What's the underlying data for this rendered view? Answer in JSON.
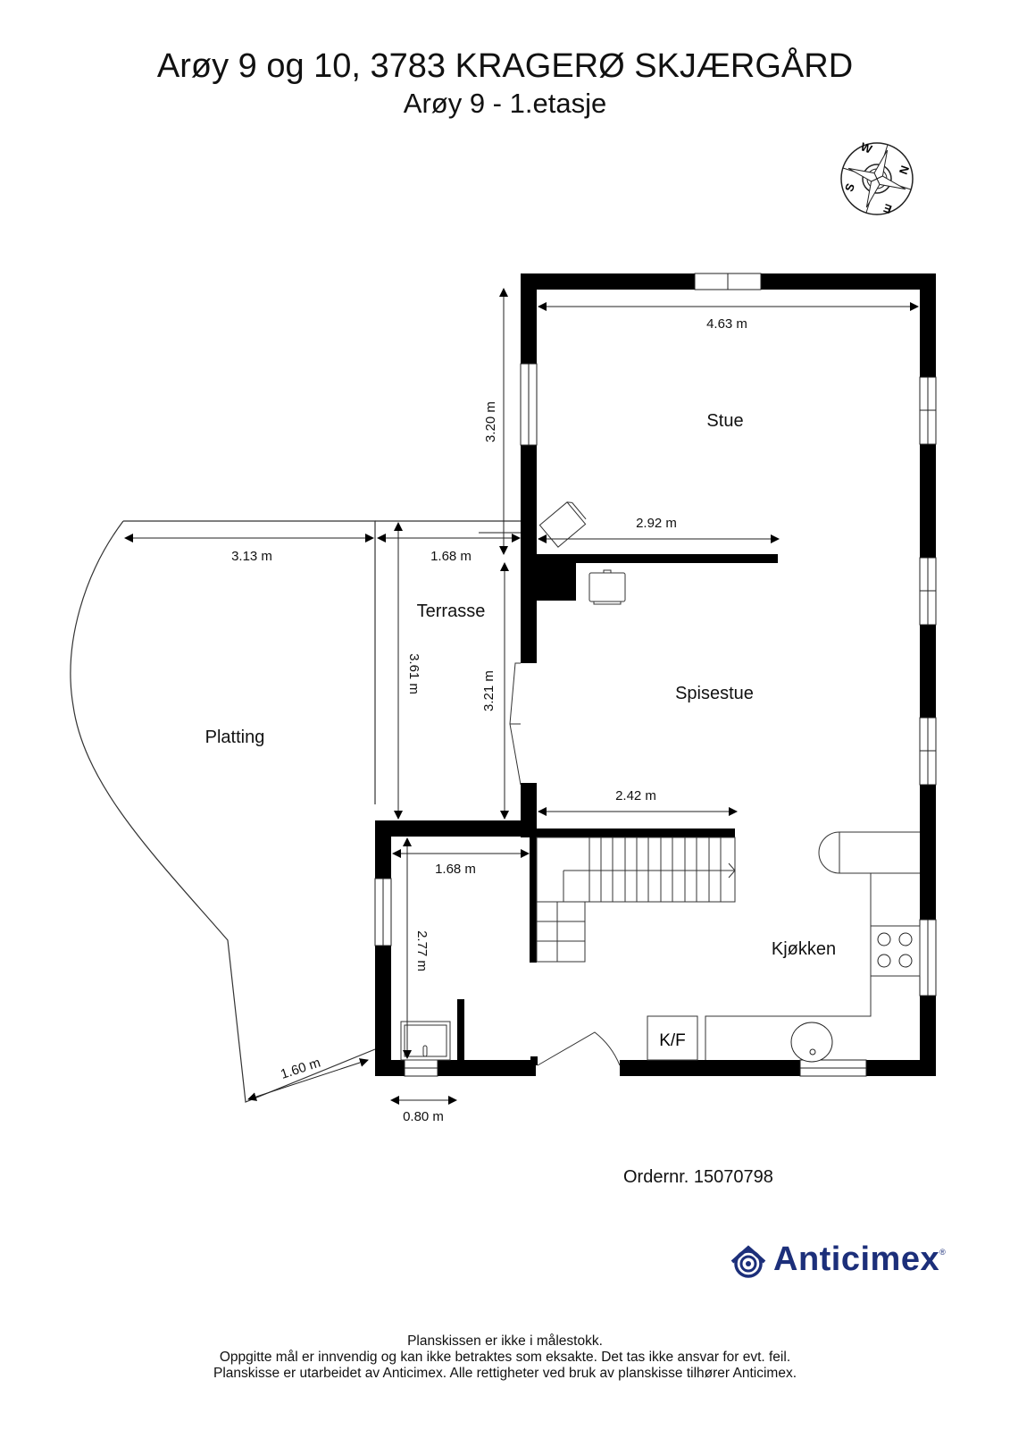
{
  "header": {
    "title": "Arøy 9 og 10, 3783 KRAGERØ SKJÆRGÅRD",
    "subtitle": "Arøy 9 - 1.etasje"
  },
  "compass": {
    "icon": "compass-rose-icon",
    "labels": [
      "W",
      "N",
      "E",
      "S"
    ]
  },
  "rooms": {
    "stue": "Stue",
    "spisestue": "Spisestue",
    "kjokken": "Kjøkken",
    "terrasse": "Terrasse",
    "platting": "Platting",
    "kf": "K/F"
  },
  "dimensions": {
    "stue_width": "4.63 m",
    "stue_height": "3.20 m",
    "stue_lower_width": "2.92 m",
    "platting_width": "3.13 m",
    "terrasse_width": "1.68 m",
    "terrasse_height": "3.61 m",
    "spisestue_height": "3.21 m",
    "spisestue_width": "2.42 m",
    "entry_width": "1.68 m",
    "entry_height": "2.77 m",
    "platting_side": "1.60 m",
    "window_width": "0.80 m"
  },
  "order": {
    "label": "Ordernr. 15070798"
  },
  "brand": {
    "name": "Anticimex",
    "registered": "®",
    "color": "#1c2f7a"
  },
  "footer": {
    "line1": "Planskissen er ikke i målestokk.",
    "line2": "Oppgitte mål er innvendig og kan ikke betraktes som eksakte. Det tas ikke ansvar for evt. feil.",
    "line3": "Planskisse er utarbeidet av Anticimex. Alle rettigheter ved bruk av planskisse tilhører Anticimex."
  }
}
